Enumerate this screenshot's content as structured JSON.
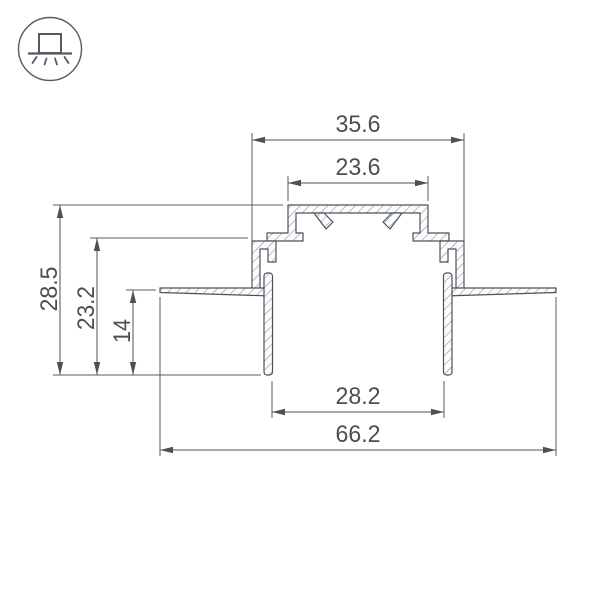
{
  "page": {
    "background": "#ffffff"
  },
  "badge": {
    "icon": "recessed-light-icon"
  },
  "drawing": {
    "type": "profile-cross-section",
    "colors": {
      "outline": "#4c5157",
      "hatch": "#7d838a",
      "material_fill": "#fbfcfd",
      "dimension_text": "#4a4f55"
    },
    "dimensions": {
      "step_width": "35.6",
      "cap_width": "23.6",
      "total_height": "28.5",
      "recess_height": "23.2",
      "leg_height": "14",
      "leg_span": "28.2",
      "overall_width": "66.2"
    }
  }
}
